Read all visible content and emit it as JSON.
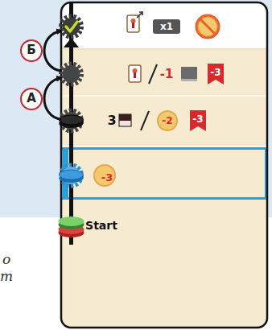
{
  "diagram": {
    "nodes": [
      {
        "text": [
          "x1"
        ]
      },
      {
        "text": [
          "-1",
          "-3"
        ]
      },
      {
        "text": [
          "3",
          "-2",
          "-3"
        ]
      },
      {
        "text": [
          "-3"
        ]
      },
      {
        "text": [
          "Start"
        ]
      }
    ],
    "edges": [
      {
        "from": 1,
        "to": 0,
        "arrow": "to",
        "label": "Б"
      },
      {
        "from": 2,
        "to": 1,
        "arrow": "to",
        "label": "А"
      }
    ],
    "labels": [
      "o",
      "m"
    ]
  }
}
